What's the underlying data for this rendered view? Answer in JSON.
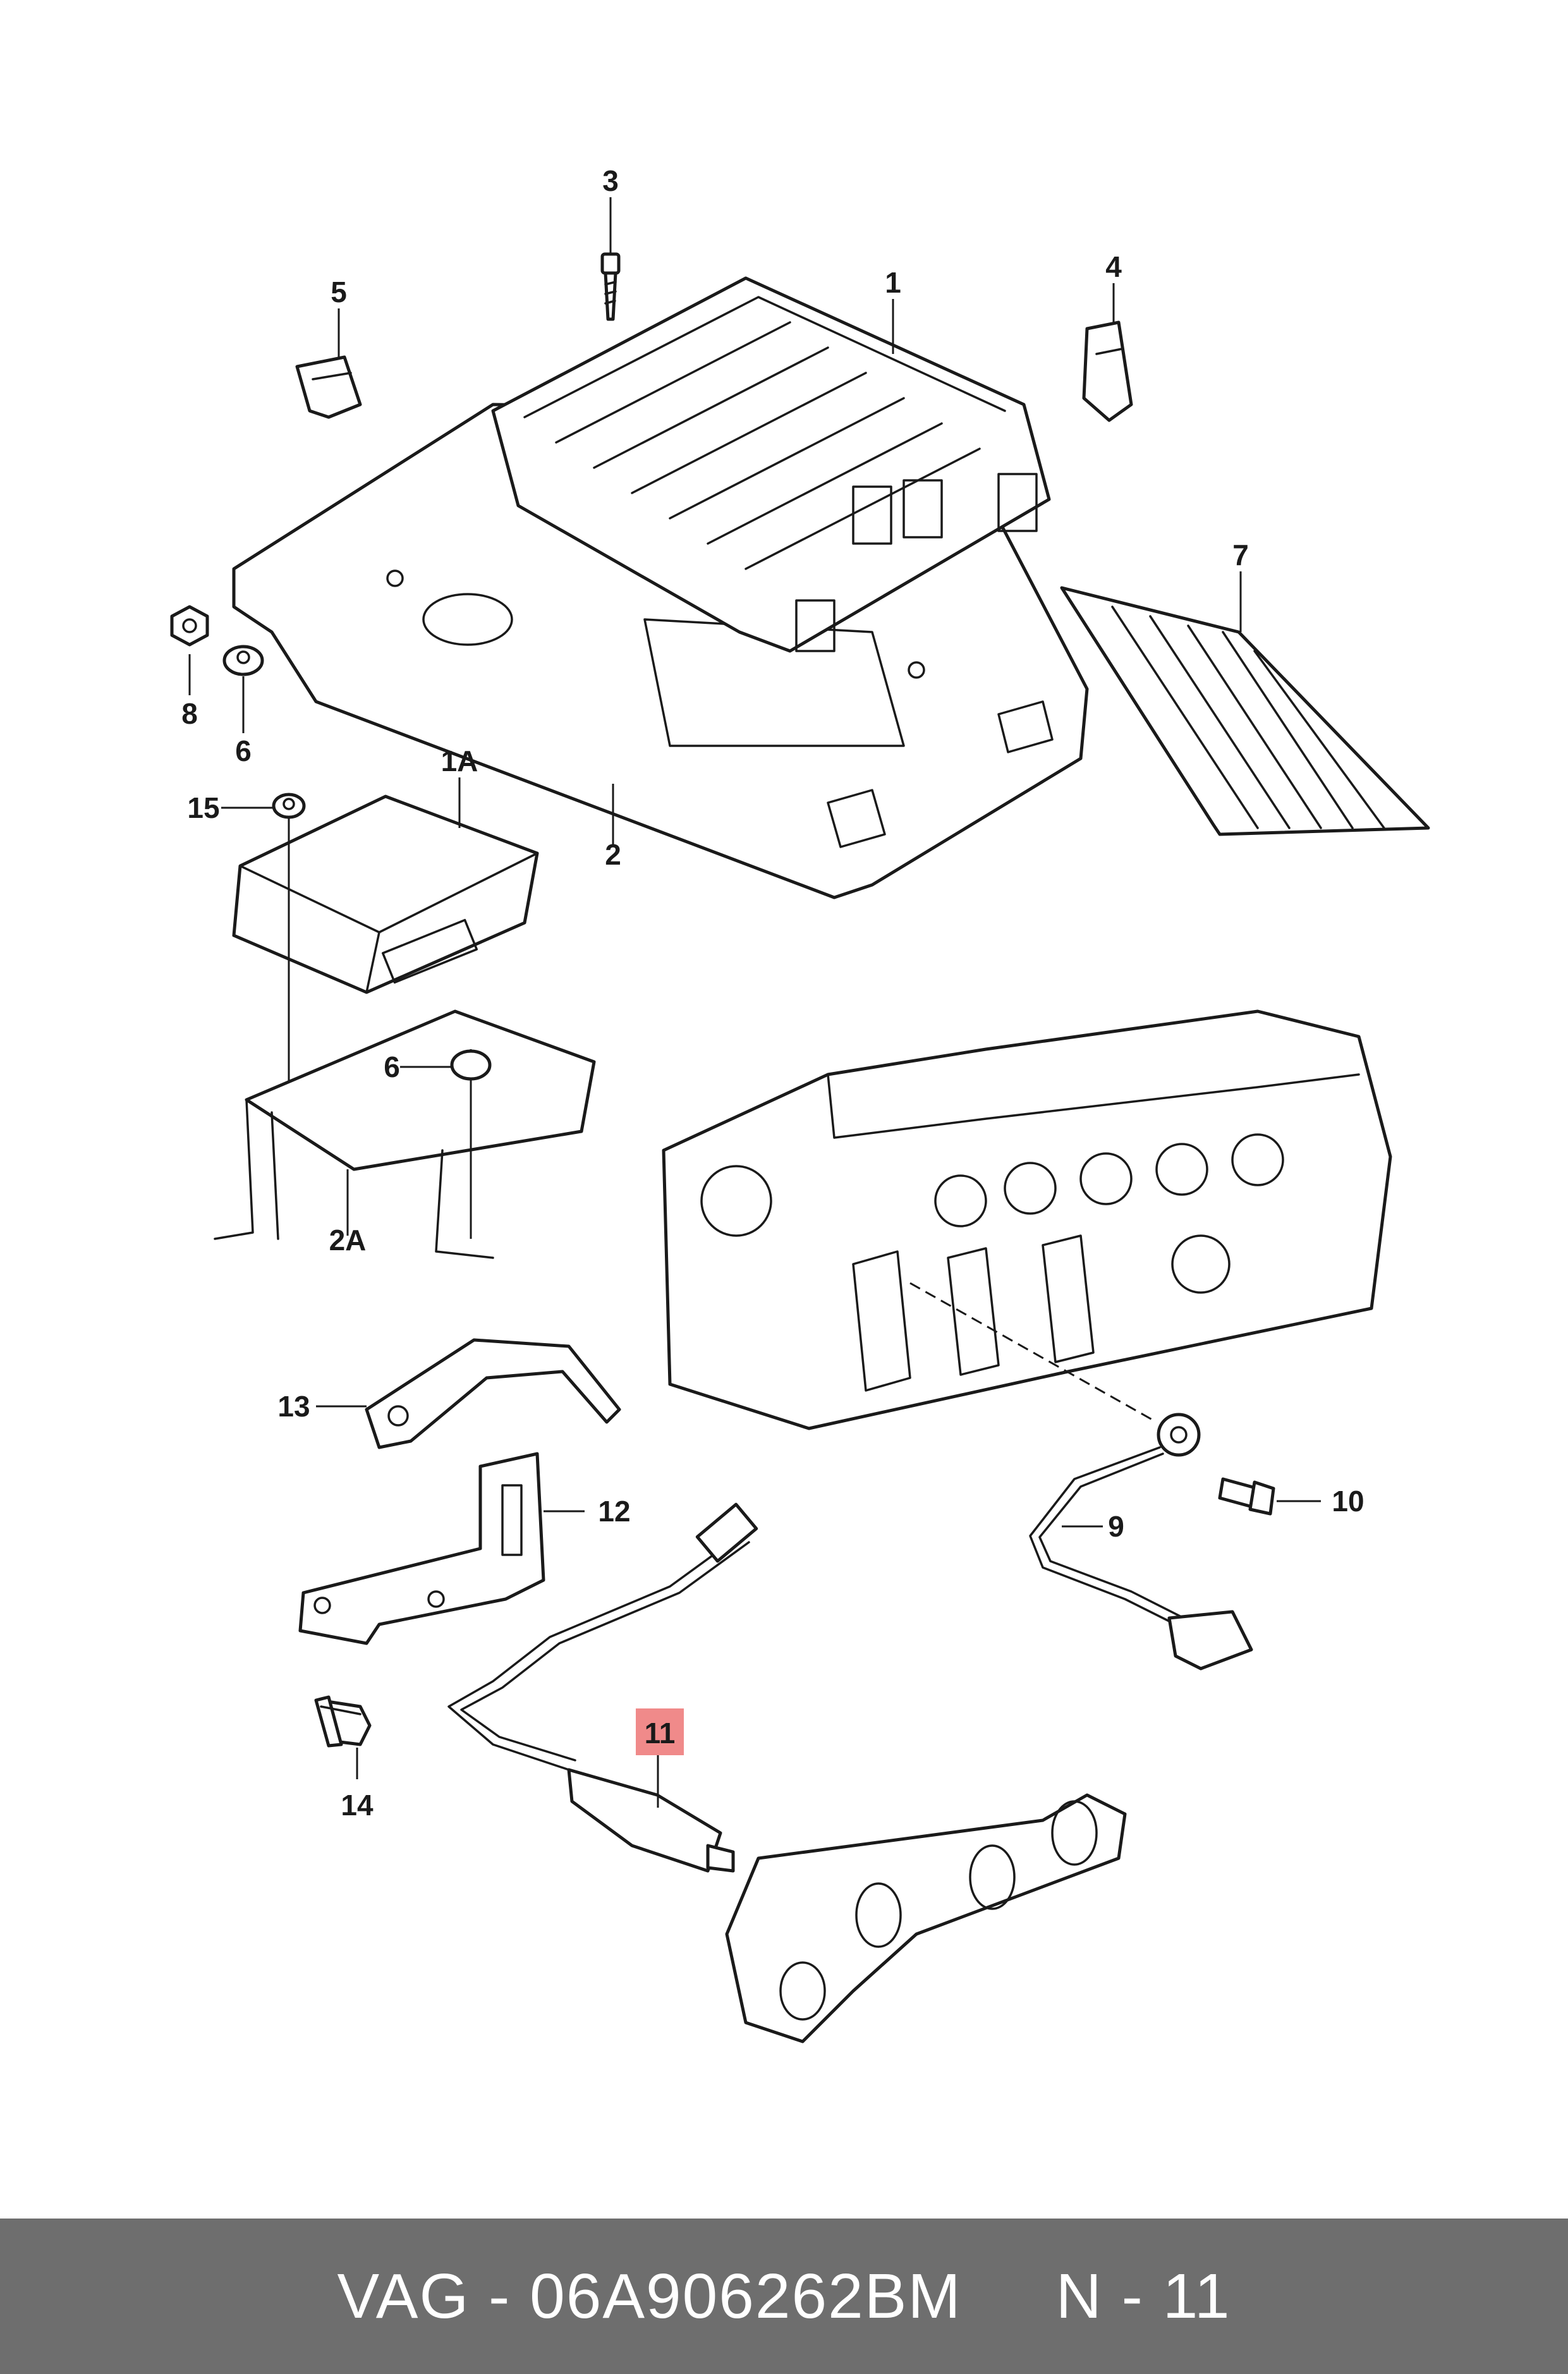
{
  "labels": {
    "l1": "1",
    "l1A": "1A",
    "l2": "2",
    "l2A": "2A",
    "l3": "3",
    "l4": "4",
    "l5": "5",
    "l6a": "6",
    "l6b": "6",
    "l7": "7",
    "l8": "8",
    "l9": "9",
    "l10": "10",
    "l11": "11",
    "l12": "12",
    "l13": "13",
    "l14": "14",
    "l15": "15"
  },
  "highlight_color": "#f08a8a",
  "footer": {
    "text": "VAG - 06A906262BM     N - 11"
  }
}
